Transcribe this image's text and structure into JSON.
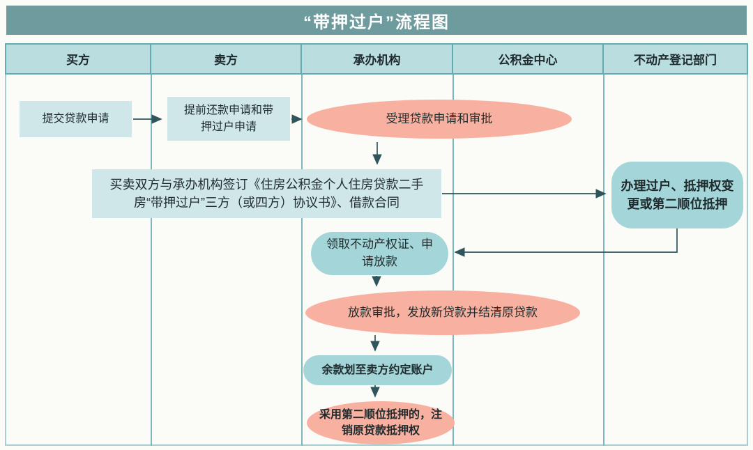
{
  "title": "“带押过户”流程图",
  "columns": [
    {
      "label": "买方"
    },
    {
      "label": "卖方"
    },
    {
      "label": "承办机构"
    },
    {
      "label": "公积金中心"
    },
    {
      "label": "不动产登记部门"
    }
  ],
  "nodes": {
    "submit_loan_application": {
      "label": "提交贷款申请",
      "shape": "rect",
      "lane": "买方"
    },
    "prepay_and_transfer_application": {
      "label": "提前还款申请和带\n押过户申请",
      "shape": "rect",
      "lane": "卖方"
    },
    "accept_and_approve": {
      "label": "受理贷款申请和审批",
      "shape": "ellipse",
      "lane": "承办机构/公积金中心"
    },
    "sign_agreement": {
      "label": "买卖双方与承办机构签订《住房公积金个人住房贷款二手\n房“带押过户”三方（或四方）协议书》、借款合同",
      "shape": "rect",
      "lane": "买方/卖方/承办机构"
    },
    "registration_transfer": {
      "label": "办理过户、抵押权变\n更或第二顺位抵押",
      "shape": "stadium",
      "lane": "不动产登记部门"
    },
    "obtain_certificate_request_disbursement": {
      "label": "领取不动产权证、申\n请放款",
      "shape": "stadium",
      "lane": "承办机构"
    },
    "disbursement_approval": {
      "label": "放款审批，发放新贷款并结清原贷款",
      "shape": "ellipse",
      "lane": "承办机构/公积金中心"
    },
    "transfer_balance_to_seller": {
      "label": "余款划至卖方约定账户",
      "shape": "stadium",
      "lane": "承办机构"
    },
    "cancel_original_mortgage": {
      "label": "采用第二顺位抵押的，注\n销原贷款抵押权",
      "shape": "ellipse",
      "lane": "承办机构"
    }
  },
  "colors": {
    "title-bg": "#6d9b9e",
    "title-text": "#ffffff",
    "header-bg": "#badee0",
    "header-border": "#63abb0",
    "grid-line": "#7db6bb",
    "table-border": "#a6cfd3",
    "box-light": "#cfe7e8",
    "shape-teal": "#a4d6d9",
    "shape-pink": "#f8b1a1",
    "arrow": "#2f545c",
    "text": "#1f2a2c",
    "canvas-bg": "#fbfbf7"
  }
}
